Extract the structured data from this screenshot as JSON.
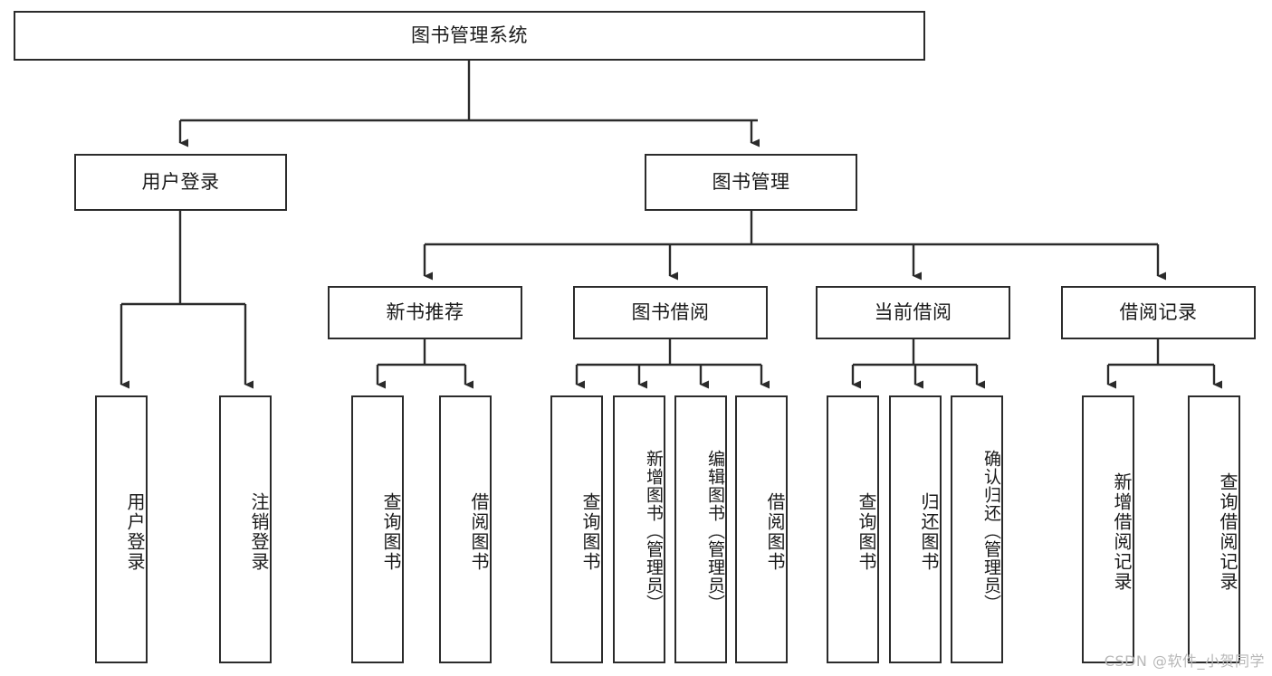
{
  "diagram": {
    "title": "图书管理系统",
    "watermark": "CSDN @软件_小贺同学",
    "colors": {
      "box_border": "#2b2b2b",
      "box_fill": "#ffffff",
      "edge": "#2b2b2b",
      "text": "#1a1a1a",
      "watermark": "#b8b8b8",
      "background": "#ffffff"
    },
    "root": {
      "label": "图书管理系统"
    },
    "level2": [
      {
        "label": "用户登录"
      },
      {
        "label": "图书管理"
      }
    ],
    "level3": [
      {
        "label": "新书推荐"
      },
      {
        "label": "图书借阅"
      },
      {
        "label": "当前借阅"
      },
      {
        "label": "借阅记录"
      }
    ],
    "leaves": {
      "user_login": [
        {
          "label": "用户登录"
        },
        {
          "label": "注销登录"
        }
      ],
      "new_book_recommend": [
        {
          "label": "查询图书"
        },
        {
          "label": "借阅图书"
        }
      ],
      "book_borrow": [
        {
          "label": "查询图书"
        },
        {
          "label": "新增图书（管理员）"
        },
        {
          "label": "编辑图书（管理员）"
        },
        {
          "label": "借阅图书"
        }
      ],
      "current_borrow": [
        {
          "label": "查询图书"
        },
        {
          "label": "归还图书"
        },
        {
          "label": "确认归还（管理员）"
        }
      ],
      "borrow_record": [
        {
          "label": "新增借阅记录"
        },
        {
          "label": "查询借阅记录"
        }
      ]
    }
  }
}
